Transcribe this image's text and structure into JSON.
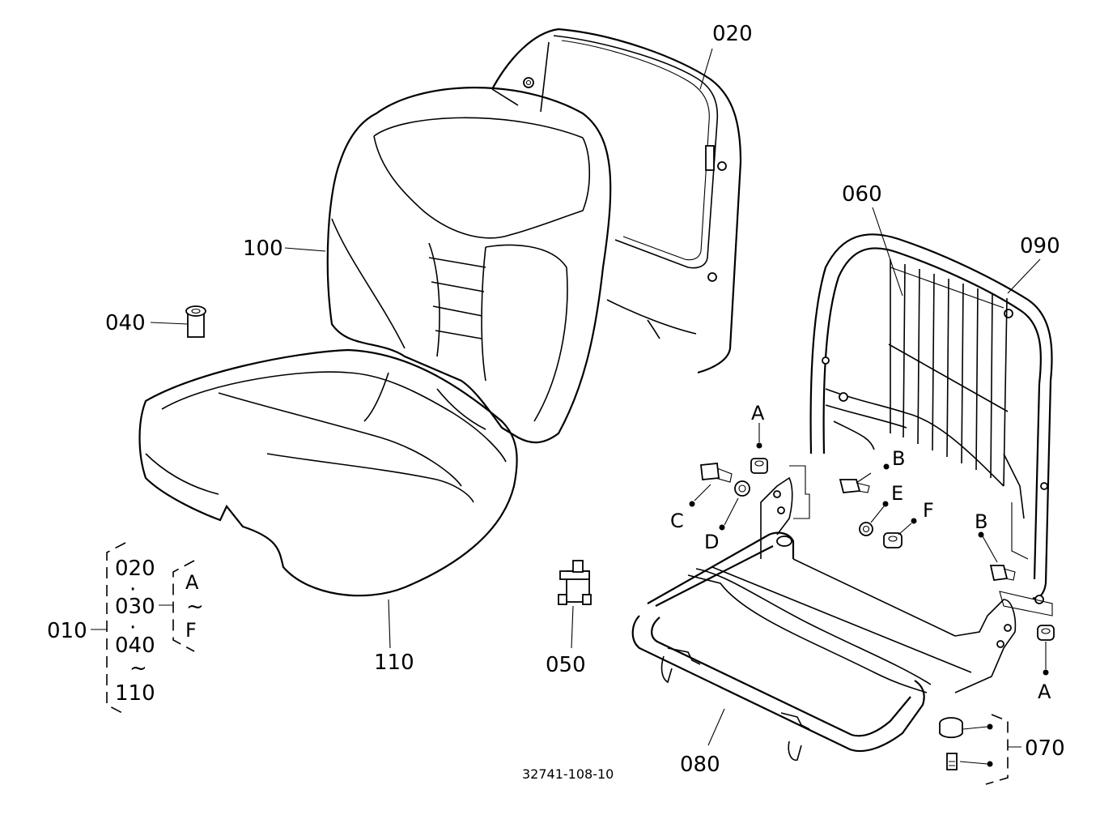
{
  "labels": {
    "p010": "010",
    "p020": "020",
    "p030": "030",
    "p040": "040",
    "p050": "050",
    "p060": "060",
    "p070": "070",
    "p080": "080",
    "p090": "090",
    "p100": "100",
    "p110": "110"
  },
  "letters": {
    "a": "A",
    "b": "B",
    "c": "C",
    "d": "D",
    "e": "E",
    "f": "F"
  },
  "legend": {
    "dot": "·",
    "tilde": "~"
  },
  "drawing_number": "32741-108-10"
}
